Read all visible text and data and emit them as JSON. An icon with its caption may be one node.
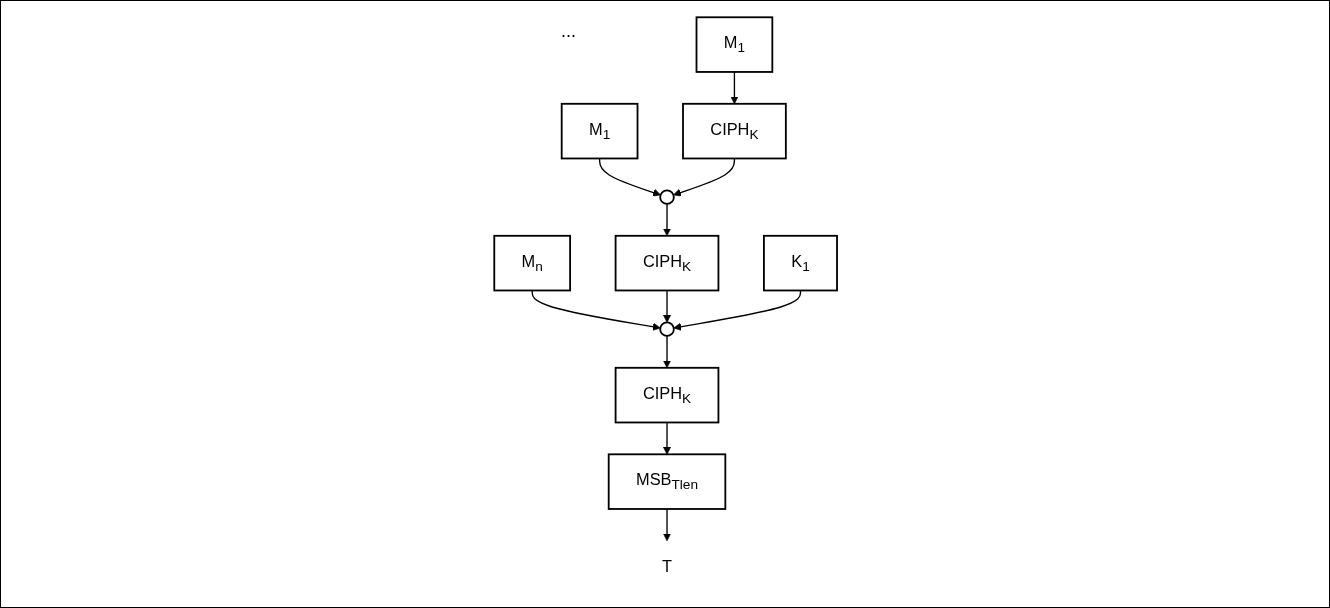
{
  "diagram": {
    "nodes": [
      {
        "text": [
          "M$_{1}$"
        ]
      },
      {
        "text": [
          "M$_{1}$"
        ]
      },
      {
        "text": [
          "M$_{n}$"
        ]
      },
      {
        "text": [],
        "shape": "circle"
      },
      {
        "text": [],
        "shape": "circle"
      },
      {
        "text": [
          "K$_{1}$"
        ]
      },
      {
        "text": [
          "CIPH$_{K}$"
        ]
      },
      {
        "text": [
          "CIPH$_{K}$"
        ]
      },
      {
        "text": [
          "CIPH$_{K}$"
        ]
      },
      {
        "text": [
          "MSB$_{Tlen}$"
        ]
      },
      {
        "text": [
          "T"
        ]
      }
    ],
    "edges": [
      {
        "from": 0,
        "to": 6,
        "arrow": "to"
      },
      {
        "from": 1,
        "to": 3,
        "arrow": "to"
      },
      {
        "from": 6,
        "to": 3,
        "arrow": "to"
      },
      {
        "from": 3,
        "to": 7,
        "arrow": "to"
      },
      {
        "from": 2,
        "to": 4,
        "arrow": "to"
      },
      {
        "from": 7,
        "to": 4,
        "arrow": "to"
      },
      {
        "from": 5,
        "to": 4,
        "arrow": "to"
      },
      {
        "from": 4,
        "to": 8,
        "arrow": "to"
      },
      {
        "from": 8,
        "to": 9,
        "arrow": "to"
      },
      {
        "from": 9,
        "to": 10,
        "arrow": "to"
      }
    ],
    "labels": [
      "..."
    ]
  }
}
